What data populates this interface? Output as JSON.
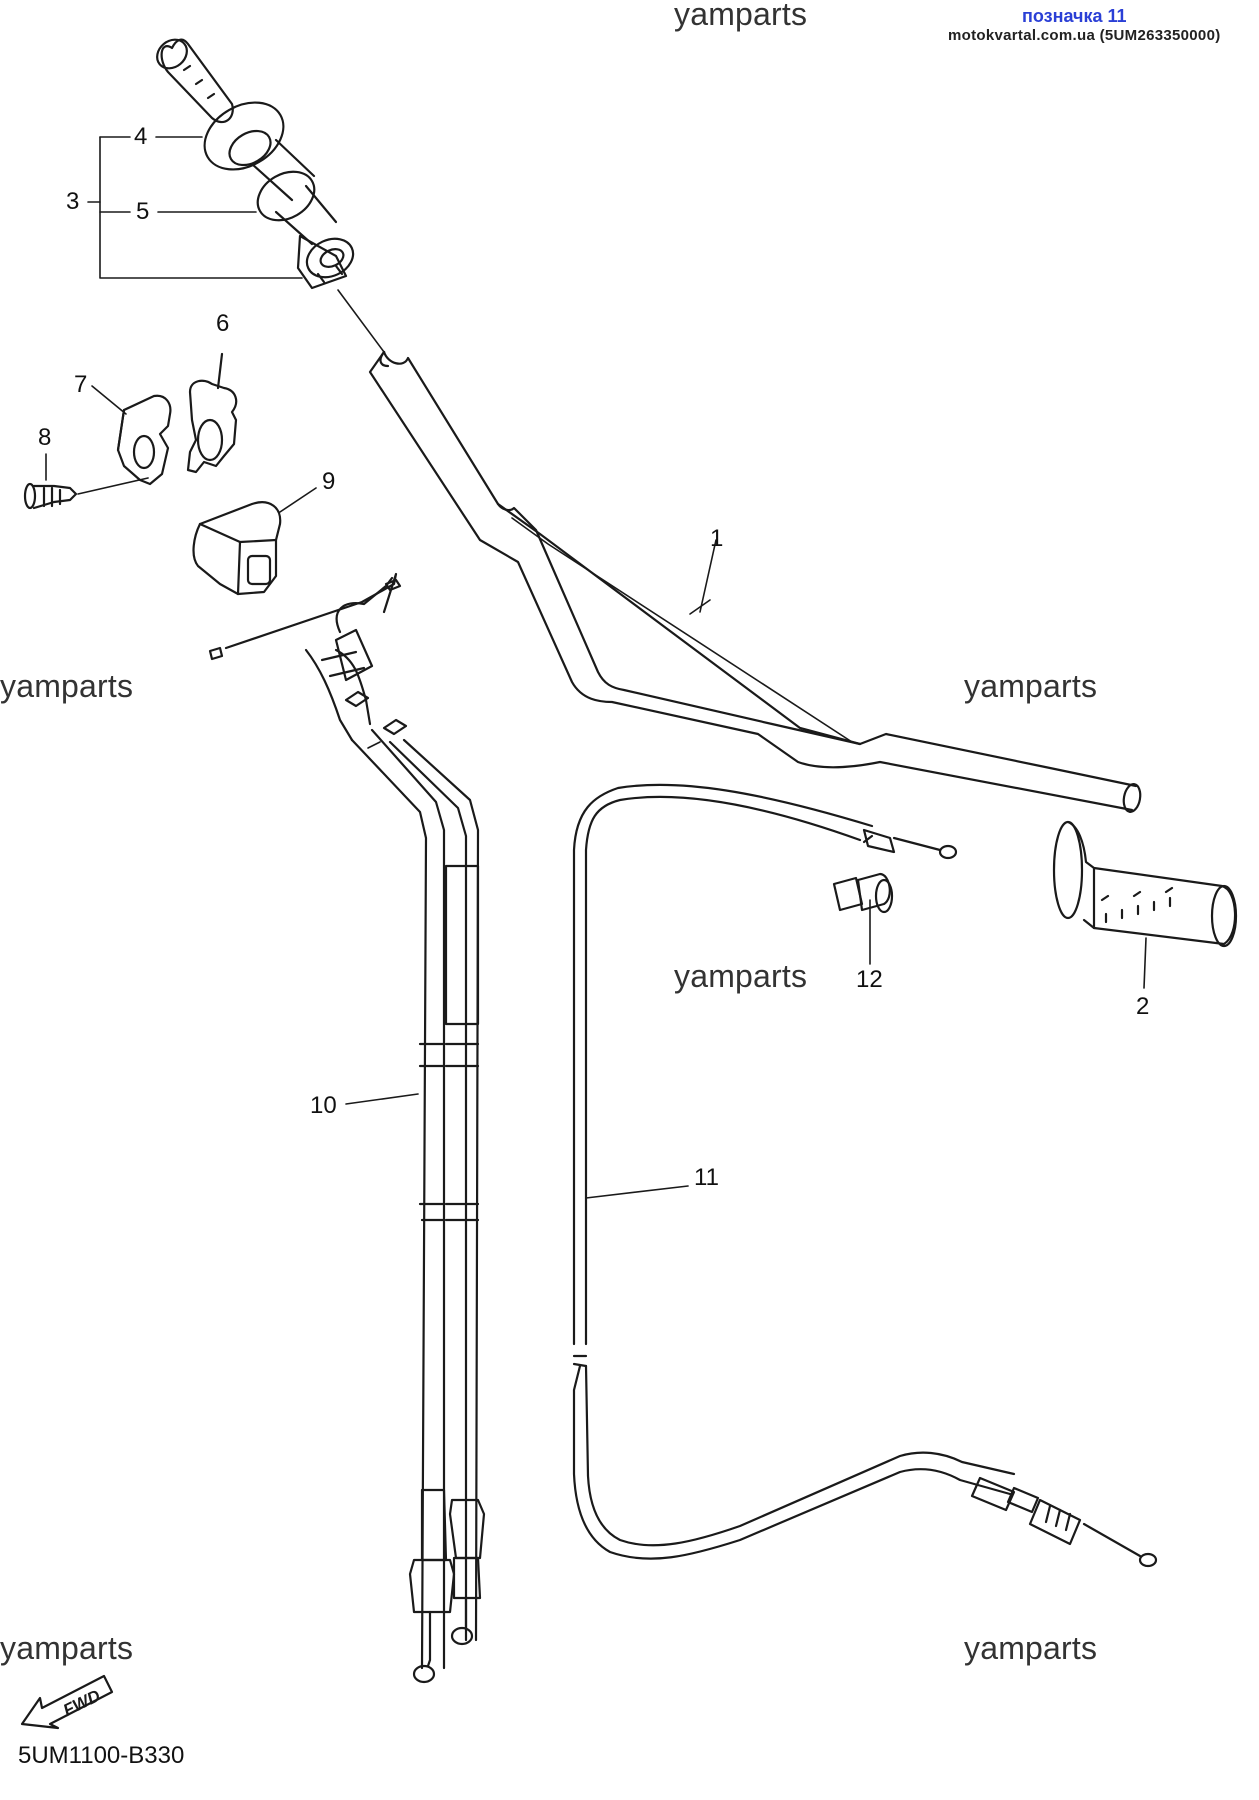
{
  "header": {
    "watermark": "yamparts",
    "stamp_title": "позначка 11",
    "stamp_source": "motokvartal.com.ua (5UM263350000)"
  },
  "callouts": [
    "1",
    "2",
    "3",
    "4",
    "5",
    "6",
    "7",
    "8",
    "9",
    "10",
    "11",
    "12"
  ],
  "fwd_label": "FWD",
  "diagram_code": "5UM1100-B330",
  "colors": {
    "line": "#1a1a1a",
    "stamp_blue": "#2a3fd6",
    "watermark": "#333333"
  }
}
